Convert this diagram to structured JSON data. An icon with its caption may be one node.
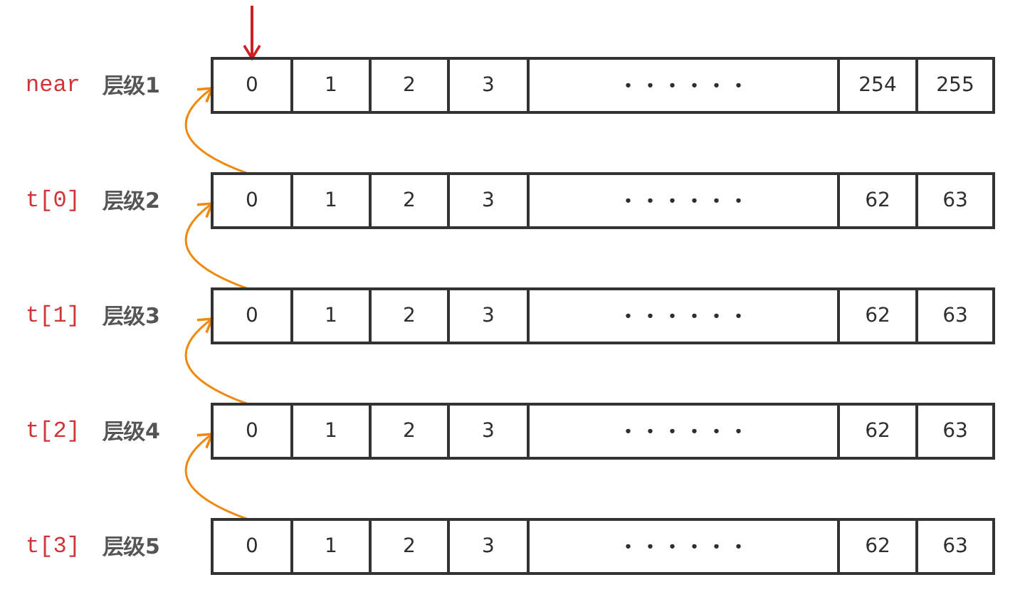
{
  "diagram": {
    "nodes": [
      {
        "text": [],
        "shape": "box",
        "beside": [
          "near",
          "层级1"
        ]
      },
      {
        "text": [
          "0"
        ],
        "in": 0
      },
      {
        "text": [
          "1"
        ],
        "in": 0
      },
      {
        "text": [
          "2"
        ],
        "in": 0
      },
      {
        "text": [
          "3"
        ],
        "in": 0
      },
      {
        "text": [
          "••••••"
        ],
        "in": 0
      },
      {
        "text": [
          "254"
        ],
        "in": 0
      },
      {
        "text": [
          "255"
        ],
        "in": 0
      },
      {
        "text": [],
        "shape": "box",
        "beside": [
          "t[0]",
          "层级2"
        ]
      },
      {
        "text": [
          "0"
        ],
        "in": 8
      },
      {
        "text": [
          "1"
        ],
        "in": 8
      },
      {
        "text": [
          "2"
        ],
        "in": 8
      },
      {
        "text": [
          "3"
        ],
        "in": 8
      },
      {
        "text": [
          "••••••"
        ],
        "in": 8
      },
      {
        "text": [
          "62"
        ],
        "in": 8
      },
      {
        "text": [
          "63"
        ],
        "in": 8
      },
      {
        "text": [],
        "shape": "box",
        "beside": [
          "t[1]",
          "层级3"
        ]
      },
      {
        "text": [
          "0"
        ],
        "in": 16
      },
      {
        "text": [
          "1"
        ],
        "in": 16
      },
      {
        "text": [
          "2"
        ],
        "in": 16
      },
      {
        "text": [
          "3"
        ],
        "in": 16
      },
      {
        "text": [
          "••••••"
        ],
        "in": 16
      },
      {
        "text": [
          "62"
        ],
        "in": 16
      },
      {
        "text": [
          "63"
        ],
        "in": 16
      },
      {
        "text": [],
        "shape": "box",
        "beside": [
          "t[2]",
          "层级4"
        ]
      },
      {
        "text": [
          "0"
        ],
        "in": 24
      },
      {
        "text": [
          "1"
        ],
        "in": 24
      },
      {
        "text": [
          "2"
        ],
        "in": 24
      },
      {
        "text": [
          "3"
        ],
        "in": 24
      },
      {
        "text": [
          "••••••"
        ],
        "in": 24
      },
      {
        "text": [
          "62"
        ],
        "in": 24
      },
      {
        "text": [
          "63"
        ],
        "in": 24
      },
      {
        "text": [],
        "shape": "box",
        "beside": [
          "t[3]",
          "层级5"
        ]
      },
      {
        "text": [
          "0"
        ],
        "in": 32
      },
      {
        "text": [
          "1"
        ],
        "in": 32
      },
      {
        "text": [
          "2"
        ],
        "in": 32
      },
      {
        "text": [
          "3"
        ],
        "in": 32
      },
      {
        "text": [
          "••••••"
        ],
        "in": 32
      },
      {
        "text": [
          "62"
        ],
        "in": 32
      },
      {
        "text": [
          "63"
        ],
        "in": 32
      }
    ],
    "edges": [
      {
        "from": null,
        "to": 1,
        "arrow": "to",
        "color": "#cc1f1f"
      },
      {
        "from": 9,
        "to": 1,
        "arrow": "to"
      },
      {
        "from": 17,
        "to": 9,
        "arrow": "to"
      },
      {
        "from": 25,
        "to": 17,
        "arrow": "to"
      },
      {
        "from": 33,
        "to": 25,
        "arrow": "to"
      }
    ]
  }
}
